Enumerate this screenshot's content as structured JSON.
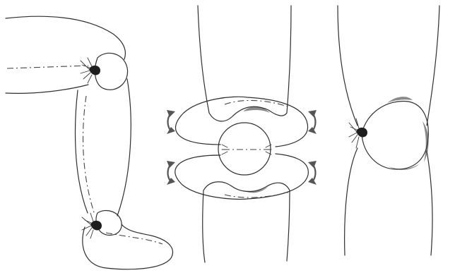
{
  "figure": {
    "panels": [
      {
        "id": "leg-side-view",
        "joints": [
          "knee-joint",
          "ankle-joint"
        ]
      },
      {
        "id": "knee-ball-front-view",
        "rotation_arrows": 4
      },
      {
        "id": "knee-joint-side-view",
        "joints": [
          "knee-joint"
        ]
      }
    ],
    "colors": {
      "background": "#ffffff",
      "line": "#2f2f2f",
      "shading": "#2a2a2a"
    }
  }
}
